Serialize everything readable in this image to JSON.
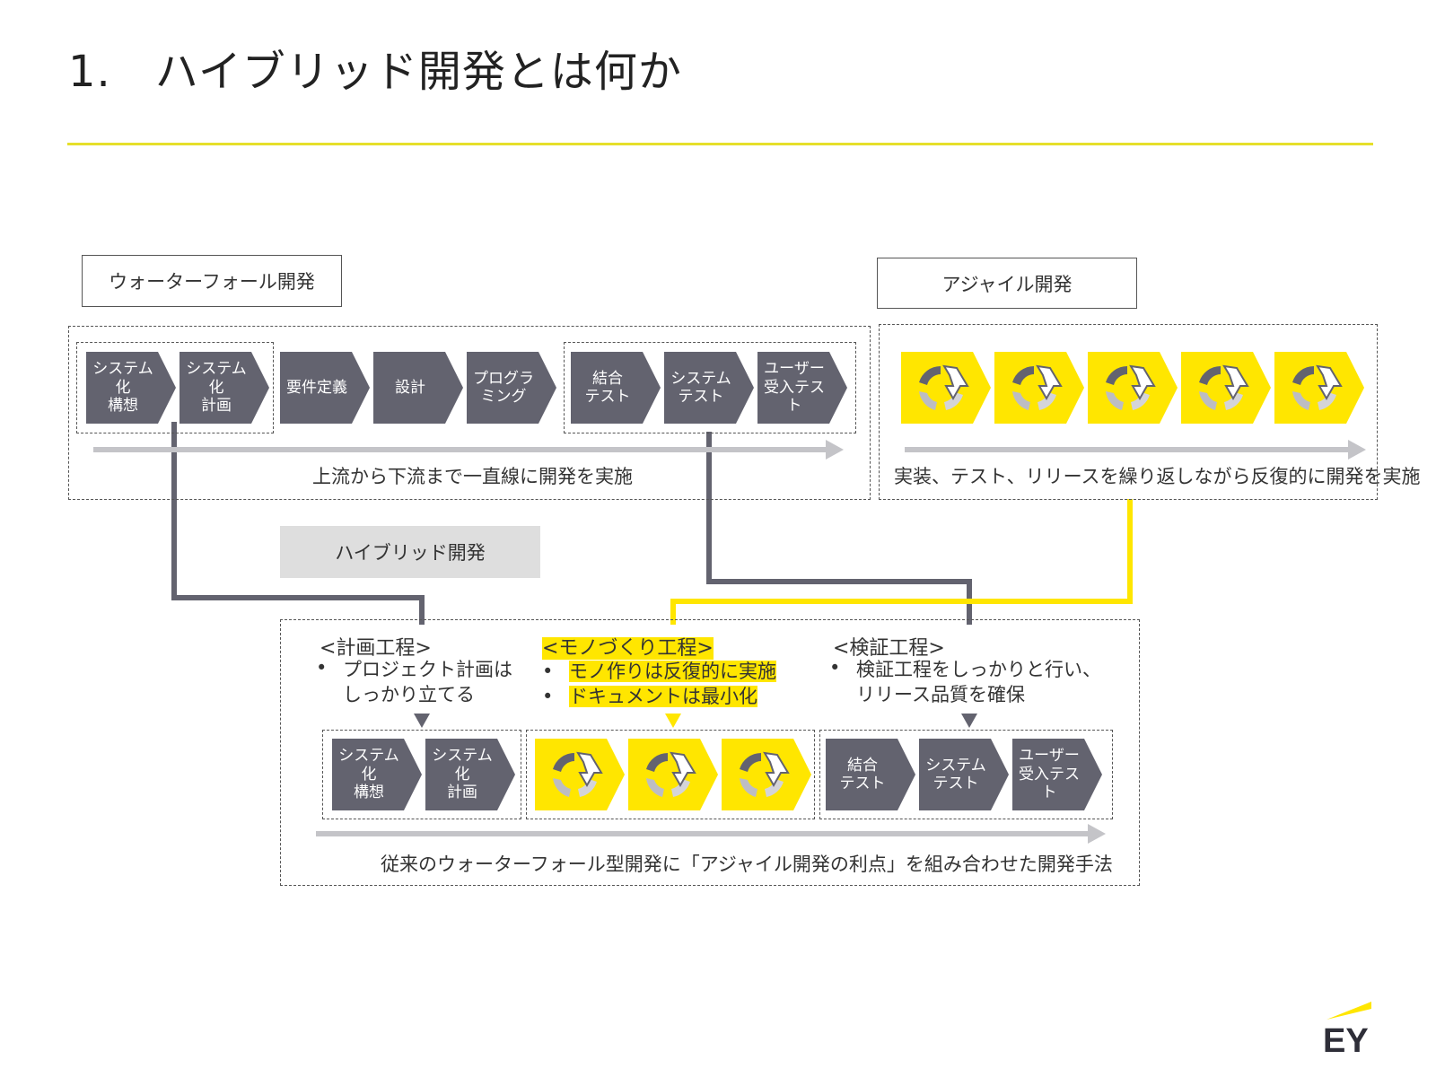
{
  "title": "1.　ハイブリッド開発とは何か",
  "colors": {
    "accent": "#ffe600",
    "step": "#63636f",
    "arrow": "#c4c4c8"
  },
  "waterfall": {
    "label": "ウォーターフォール開発",
    "steps": [
      "システム化\n構想",
      "システム化\n計画",
      "要件定義",
      "設計",
      "プログラ\nミング",
      "結合\nテスト",
      "システム\nテスト",
      "ユーザー\n受入テスト"
    ],
    "caption": "上流から下流まで一直線に開発を実施"
  },
  "agile": {
    "label": "アジャイル開発",
    "cycle_icon": "iteration-cycle-icon",
    "caption": "実装、テスト、リリースを繰り返しながら反復的に開発を実施"
  },
  "hybrid": {
    "label": "ハイブリッド開発",
    "planning": {
      "heading": "<計画工程>",
      "bullets": [
        "プロジェクト計画は\nしっかり立てる"
      ]
    },
    "building": {
      "heading": "<モノづくり工程>",
      "bullets": [
        "モノ作りは反復的に実施",
        "ドキュメントは最小化"
      ]
    },
    "verification": {
      "heading": "<検証工程>",
      "bullets": [
        "検証工程をしっかりと行い、\nリリース品質を確保"
      ]
    },
    "plan_steps": [
      "システム化\n構想",
      "システム化\n計画"
    ],
    "verify_steps": [
      "結合\nテスト",
      "システム\nテスト",
      "ユーザー\n受入テスト"
    ],
    "caption": "従来のウォーターフォール型開発に「アジャイル開発の利点」を組み合わせた開発手法"
  },
  "logo": {
    "text": "EY"
  }
}
